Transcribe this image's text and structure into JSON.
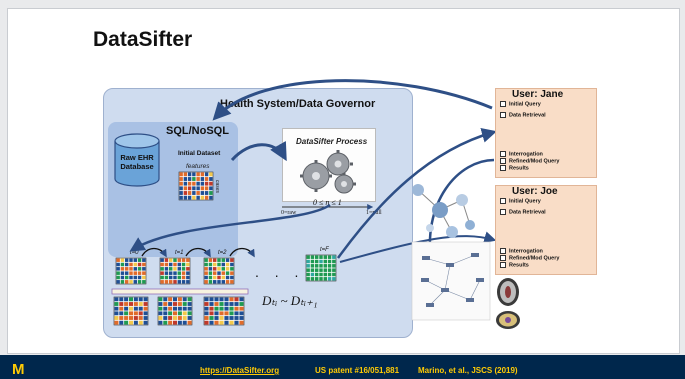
{
  "slide": {
    "title": "DataSifter",
    "governor_title": "Health System/Data Governor",
    "sql_label": "SQL/NoSQL",
    "database_label": "Raw EHR Database",
    "initial_dataset_label": "Initial Dataset",
    "features_label": "features",
    "cases_label": "cases",
    "process_label": "DataSifter Process",
    "eta_label": "0 ≤ η ≤ 1",
    "raw_label": "0=raw",
    "null_label": "1=null",
    "t_labels": [
      "t=0",
      "t=1",
      "t=2",
      "t=F"
    ],
    "ellipsis": ". . .",
    "formula": "Dₜᵢ ~ Dₜᵢ₊₁",
    "users": [
      {
        "name": "User: Jane",
        "items": [
          "Initial Query",
          "Data Retrieval",
          "Interrogation",
          "Refined/Mod Query",
          "Results"
        ]
      },
      {
        "name": "User: Joe",
        "items": [
          "Initial Query",
          "Data Retrieval",
          "Interrogation",
          "Refined/Mod Query",
          "Results"
        ]
      }
    ]
  },
  "footer": {
    "logo": "M",
    "url": "https://DataSifter.org",
    "patent": "US patent #16/051,881",
    "citation": "Marino, et al., JSCS (2019)"
  },
  "colors": {
    "governor_bg": "#cfdcef",
    "inner_bg": "#a9c1e4",
    "user_box": "#f9ddc7",
    "footer_bg": "#00274c",
    "footer_text": "#ffcb05",
    "arrow": "#2e4f86",
    "matrix_blue": "#1f4f94",
    "matrix_orange": "#e06b2a",
    "matrix_green": "#1f9a52"
  }
}
